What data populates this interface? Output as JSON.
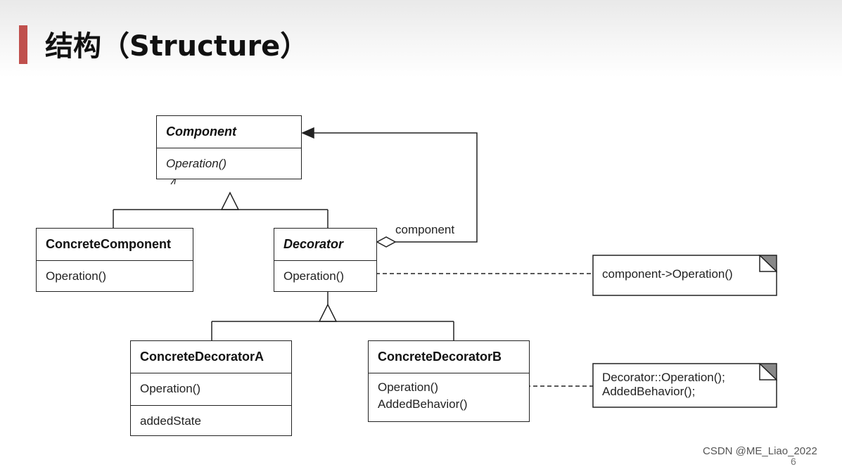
{
  "slide": {
    "title": "结构（Structure）",
    "watermark": "CSDN @ME_Liao_2022",
    "page_number": "6"
  },
  "diagram": {
    "component": {
      "name": "Component",
      "operation": "Operation()"
    },
    "concrete_component": {
      "name": "ConcreteComponent",
      "operation": "Operation()"
    },
    "decorator": {
      "name": "Decorator",
      "operation": "Operation()"
    },
    "concrete_decorator_a": {
      "name": "ConcreteDecoratorA",
      "operation": "Operation()",
      "attribute": "addedState"
    },
    "concrete_decorator_b": {
      "name": "ConcreteDecoratorB",
      "operation": "Operation()",
      "operation2": "AddedBehavior()"
    },
    "aggregation_label": "component",
    "note_decorator": "component->Operation()",
    "note_b_line1": "Decorator::Operation();",
    "note_b_line2": "AddedBehavior();"
  },
  "colors": {
    "accent": "#c0504d"
  }
}
